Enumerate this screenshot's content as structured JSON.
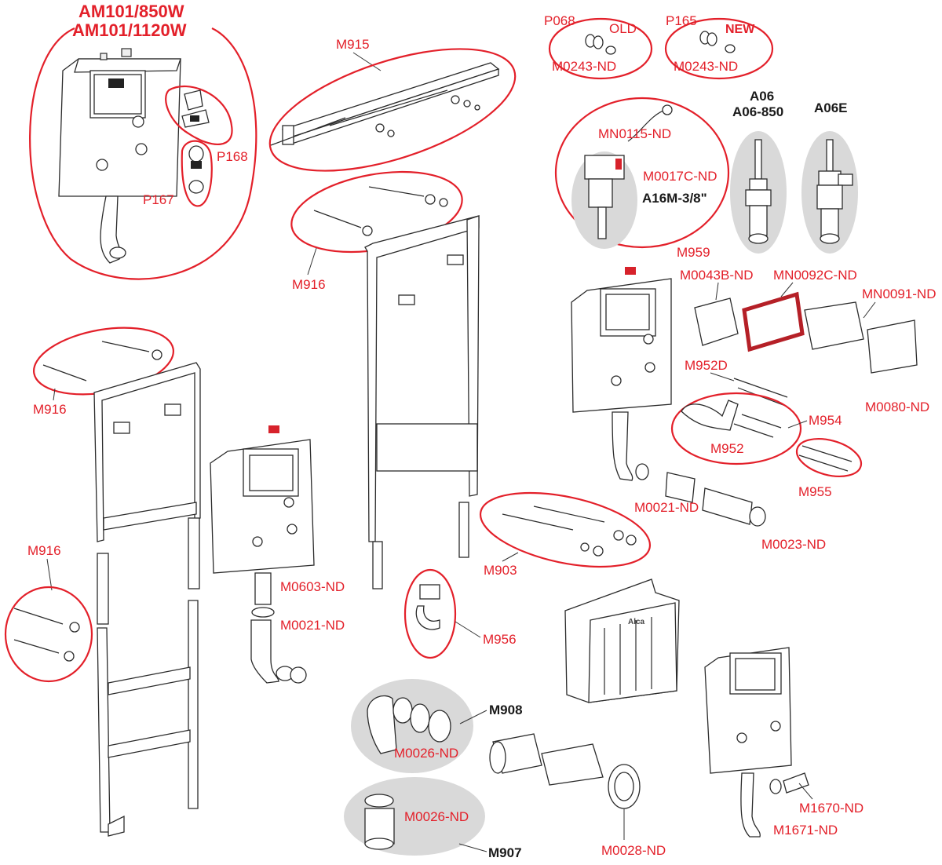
{
  "title": {
    "line1": "AM101/850W",
    "line2": "AM101/1120W"
  },
  "labels": {
    "p168": "P168",
    "p167": "P167",
    "m915": "M915",
    "p068": "P068",
    "old": "OLD",
    "m0243_a": "M0243-ND",
    "p165": "P165",
    "new": "NEW",
    "m0243_b": "M0243-ND",
    "a06": "A06",
    "a06_850": "A06-850",
    "a06e": "A06E",
    "mn0115": "MN0115-ND",
    "m0017c": "M0017C-ND",
    "a16m": "A16M-3/8\"",
    "m959": "M959",
    "m916_top": "M916",
    "m916_left": "M916",
    "m916_bottom": "M916",
    "m0043b": "M0043B-ND",
    "mn0092c": "MN0092C-ND",
    "mn0091": "MN0091-ND",
    "m952d": "M952D",
    "m954": "M954",
    "m952": "M952",
    "m955": "M955",
    "m0080": "M0080-ND",
    "m0021_right": "M0021-ND",
    "m0023": "M0023-ND",
    "m903": "M903",
    "m0603": "M0603-ND",
    "m0021_left": "M0021-ND",
    "m956": "M956",
    "m908": "M908",
    "m0026_a": "M0026-ND",
    "m0026_b": "M0026-ND",
    "m907": "M907",
    "m0028": "M0028-ND",
    "m1670": "M1670-ND",
    "m1671": "M1671-ND",
    "alca": "Alca"
  },
  "colors": {
    "accent": "#e3202a",
    "line": "#2b2b2b",
    "highlight_bg": "#d9d9d9"
  }
}
